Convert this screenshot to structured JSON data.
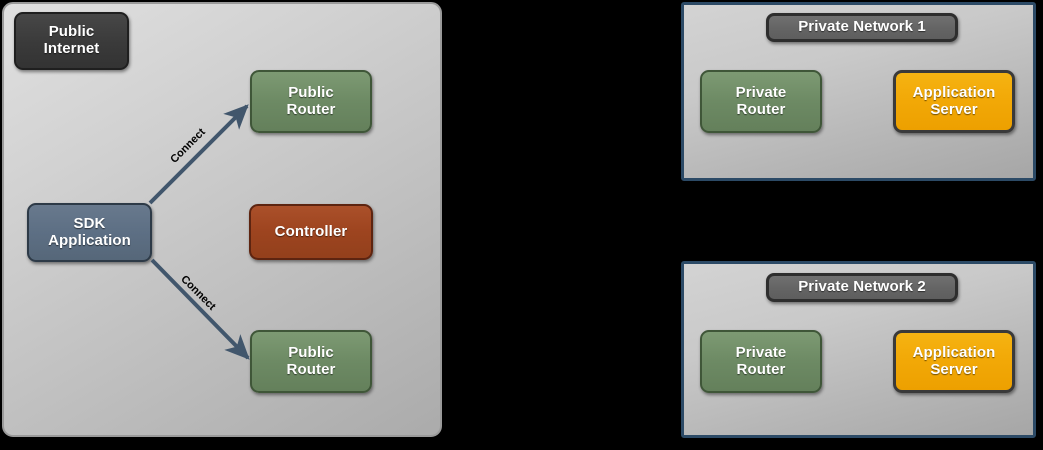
{
  "diagram": {
    "type": "network-architecture-diagram",
    "background_color": "#000000",
    "palette": {
      "internet": "#3a3a3a",
      "router_green": "#6d8a64",
      "controller_brown": "#9d441f",
      "sdk_blue": "#5d6f84",
      "app_server_orange": "#f2a806",
      "panel_gray": "#c4c4c4",
      "network_border": "#2c4a66",
      "arrow": "#41566c",
      "title_chip": "#656565"
    }
  },
  "public_zone": {
    "label": "Public Internet",
    "nodes": {
      "internet": "Public\nInternet",
      "public_router_top": "Public\nRouter",
      "controller": "Controller",
      "sdk_application": "SDK\nApplication",
      "public_router_bottom": "Public\nRouter"
    },
    "edges": [
      {
        "from": "sdk_application",
        "to": "public_router_top",
        "label": "Connect"
      },
      {
        "from": "sdk_application",
        "to": "public_router_bottom",
        "label": "Connect"
      }
    ]
  },
  "private_networks": [
    {
      "title": "Private Network 1",
      "router": "Private\nRouter",
      "app_server": "Application\nServer"
    },
    {
      "title": "Private Network 2",
      "router": "Private\nRouter",
      "app_server": "Application\nServer"
    }
  ]
}
